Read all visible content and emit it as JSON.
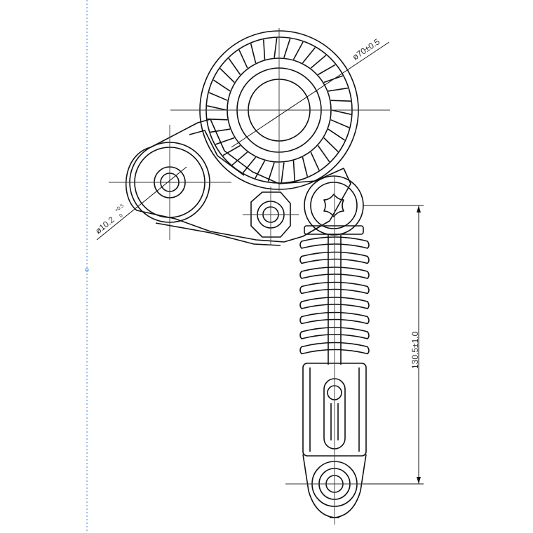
{
  "drawing": {
    "pulley_dimension": "ø70±0.5",
    "bore_dimension": {
      "base": "ø10.2",
      "sup": "+0.5",
      "sub": "0"
    },
    "length_dimension": "130.5±1.0"
  },
  "colors": {
    "line": "#111111",
    "centerline": "#333333",
    "edge_guide": "#3a86d8"
  }
}
